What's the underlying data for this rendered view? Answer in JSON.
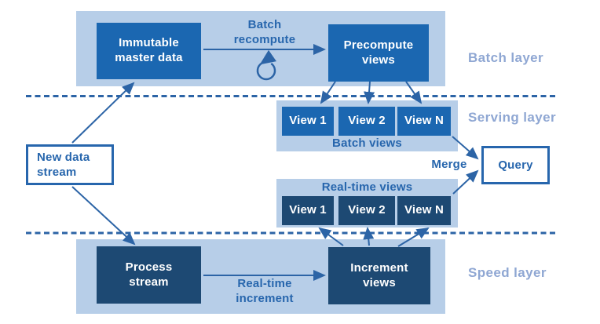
{
  "colors": {
    "container_blue": "#b7cee8",
    "bright_blue_box": "#1b67b1",
    "navy_box": "#1d4973",
    "accent_blue": "#2766ad",
    "layer_label_blue": "#8fa7d3",
    "box_text": "#ffffff"
  },
  "batch_layer": {
    "label": "Batch layer",
    "immutable_box": "Immutable\nmaster data",
    "precompute_box": "Precompute\nviews",
    "arrow_label": "Batch\nrecompute"
  },
  "serving_layer": {
    "label": "Serving layer",
    "batch_views": {
      "caption": "Batch views",
      "views": [
        "View 1",
        "View 2",
        "View N"
      ]
    },
    "realtime_views": {
      "caption": "Real-time views",
      "views": [
        "View 1",
        "View 2",
        "View N"
      ]
    },
    "merge_label": "Merge",
    "query_box": "Query"
  },
  "speed_layer": {
    "label": "Speed layer",
    "process_box": "Process\nstream",
    "increment_box": "Increment\nviews",
    "arrow_label": "Real-time\nincrement"
  },
  "input": {
    "new_data_box": "New data\nstream"
  }
}
